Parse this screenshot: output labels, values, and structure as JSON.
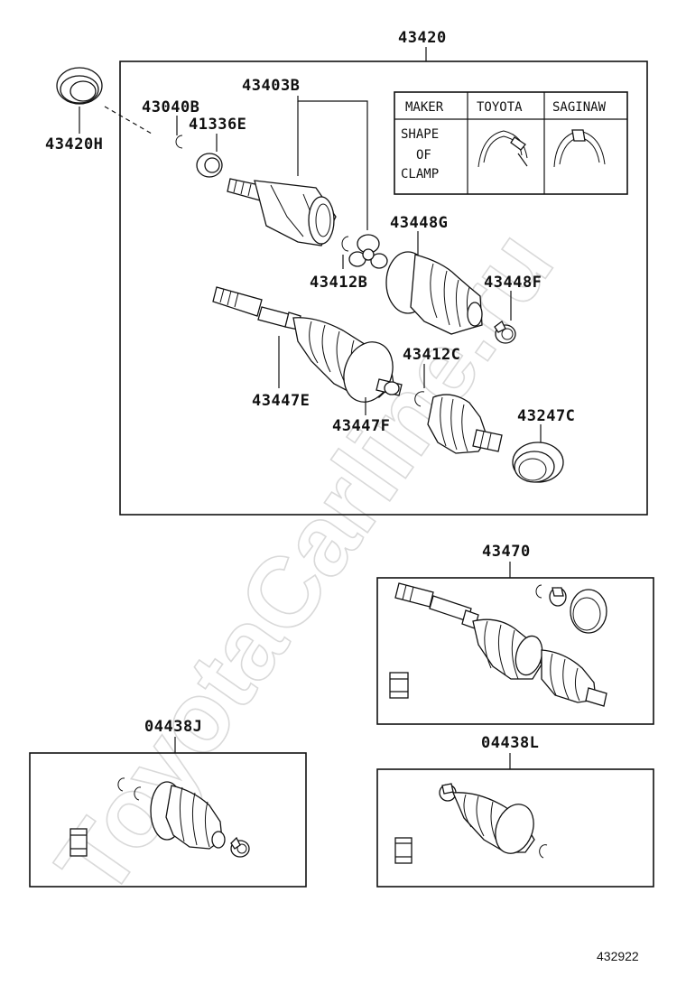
{
  "watermark": "ToyotaCarline.ru",
  "main_assembly": {
    "number": "43420",
    "labels": {
      "p43420H": "43420H",
      "p43040B": "43040B",
      "p41336E": "41336E",
      "p43403B": "43403B",
      "p43412B": "43412B",
      "p43448G": "43448G",
      "p43448F": "43448F",
      "p43447E": "43447E",
      "p43447F": "43447F",
      "p43412C": "43412C",
      "p43247C": "43247C"
    },
    "clamp_table": {
      "maker_header": "MAKER",
      "col1": "TOYOTA",
      "col2": "SAGINAW",
      "shape_line1": "SHAPE",
      "shape_line2": "OF",
      "shape_line3": "CLAMP"
    }
  },
  "kits": {
    "k43470": "43470",
    "k04438J": "04438J",
    "k04438L": "04438L"
  },
  "footer_code": "432922"
}
